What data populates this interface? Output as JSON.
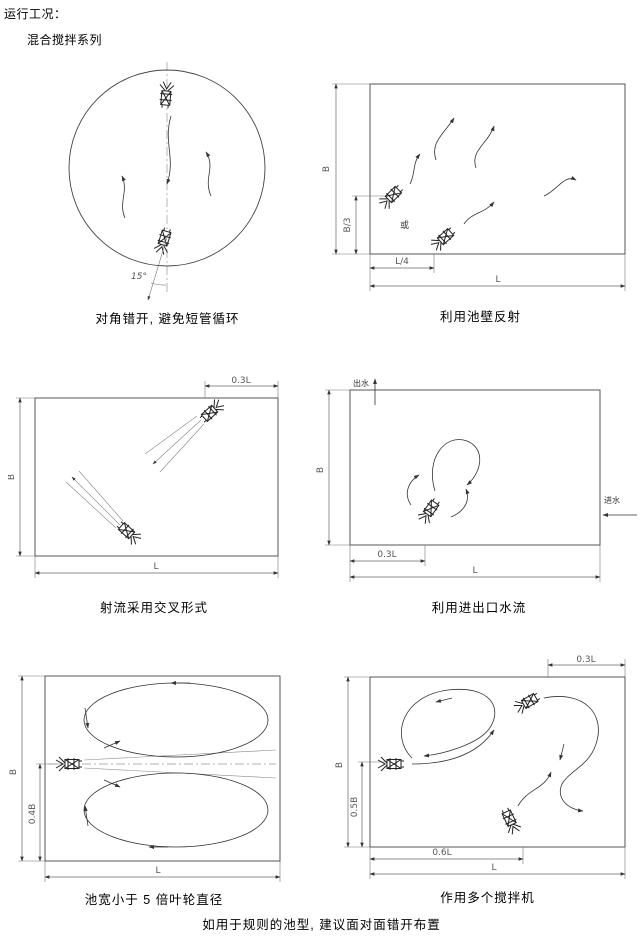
{
  "page": {
    "title": "运行工况：",
    "subtitle": "混合搅拌系列",
    "footer": "如用于规则的池型, 建议面对面错开布置"
  },
  "d1": {
    "caption": "对角错开, 避免短管循环",
    "angle": "15°"
  },
  "d2": {
    "caption": "利用池壁反射",
    "b": "B",
    "b3": "B/3",
    "l4": "L/4",
    "l": "L",
    "or": "或"
  },
  "d3": {
    "caption": "射流采用交叉形式",
    "l03": "0.3L",
    "b": "B",
    "l": "L"
  },
  "d4": {
    "caption": "利用进出口水流",
    "outlet": "出水",
    "inlet": "进水",
    "b": "B",
    "l03": "0.3L",
    "l": "L"
  },
  "d5": {
    "caption": "池宽小于 5 倍叶轮直径",
    "b": "B",
    "b04": "0.4B",
    "l": "L"
  },
  "d6": {
    "caption": "作用多个搅拌机",
    "l03": "0.3L",
    "b": "B",
    "b05": "0.5B",
    "l06": "0.6L",
    "l": "L"
  }
}
